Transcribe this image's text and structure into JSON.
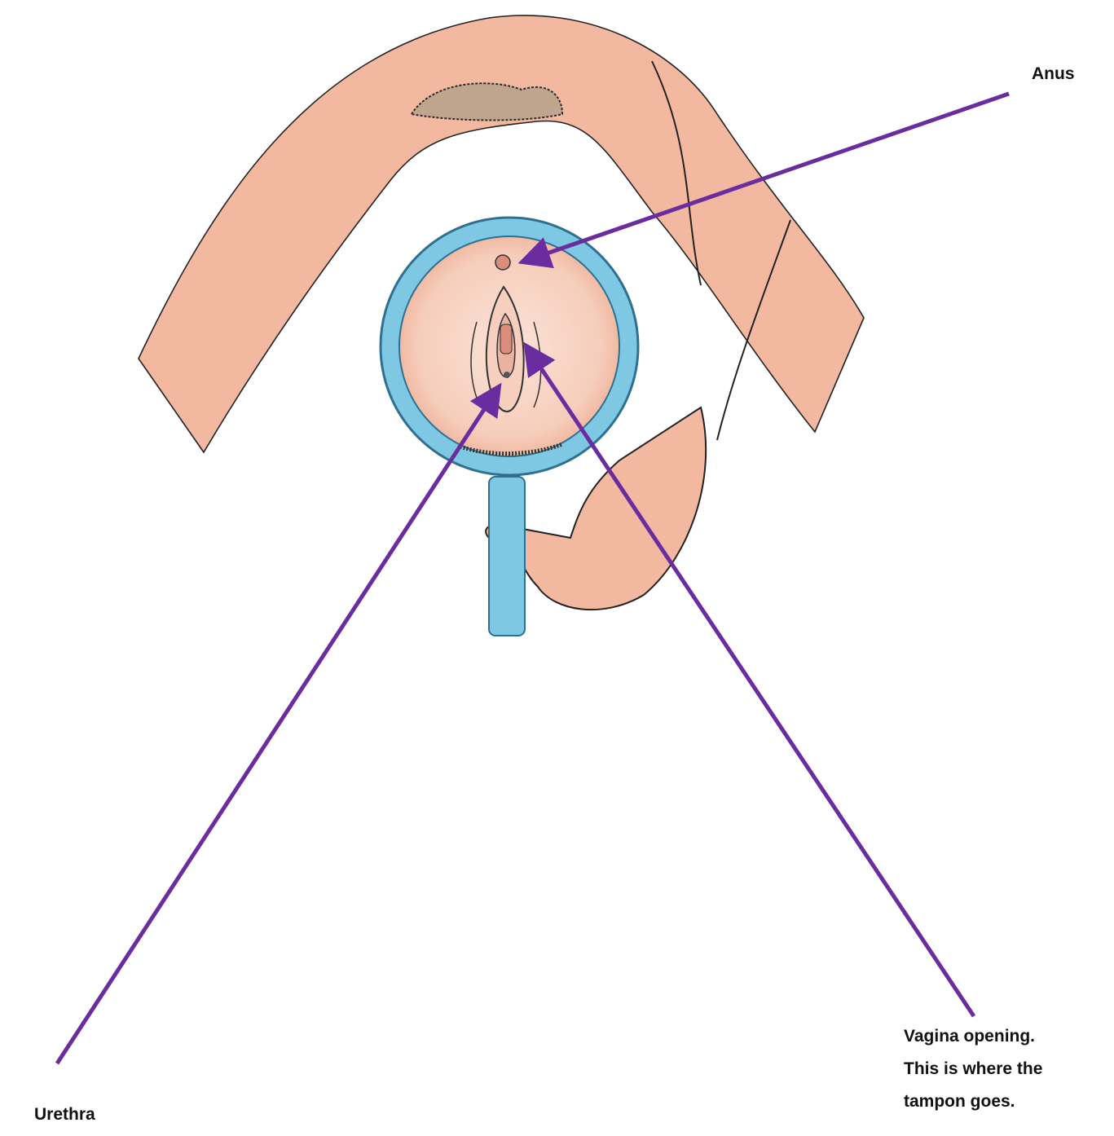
{
  "labels": {
    "anus": "Anus",
    "urethra": "Urethra",
    "vagina": [
      "Vagina opening.",
      "This is where the",
      "tampon goes."
    ]
  },
  "colors": {
    "arrow": "#6a2c9e",
    "skin": "#f2b9a0",
    "skin_shade": "#e9a286",
    "magnifier": "#7ec8e3",
    "magnifier_edge": "#2f6f8f",
    "outline": "#222222"
  },
  "icons": {
    "illustration": "magnifying-glass-anatomy-illustration",
    "arrow": "arrow-pointer"
  }
}
